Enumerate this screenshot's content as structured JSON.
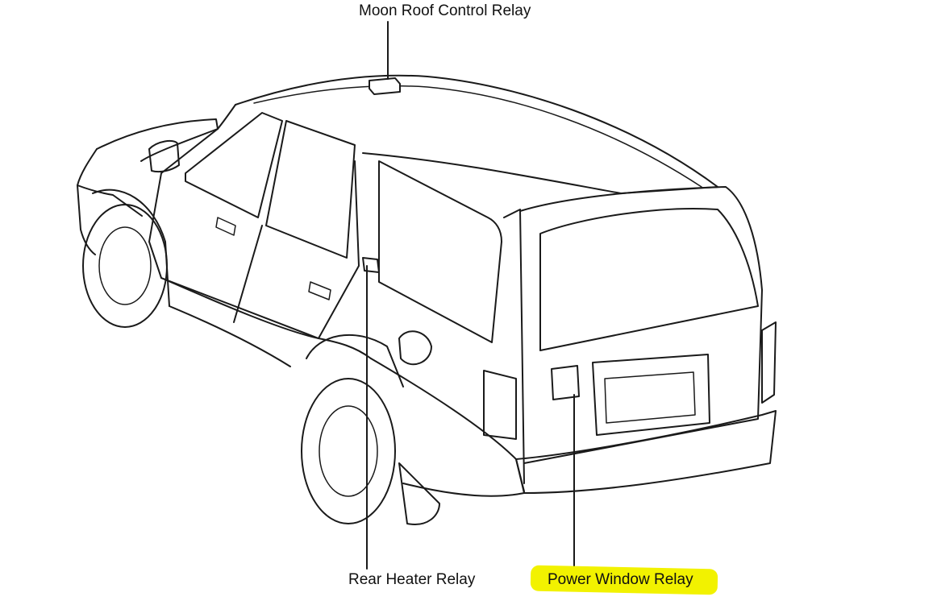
{
  "labels": {
    "moon_roof": "Moon Roof Control Relay",
    "rear_heater": "Rear Heater Relay",
    "power_window": "Power Window Relay"
  },
  "colors": {
    "line": "#1a1a1a",
    "highlight": "#f2f200",
    "background": "#ffffff"
  }
}
